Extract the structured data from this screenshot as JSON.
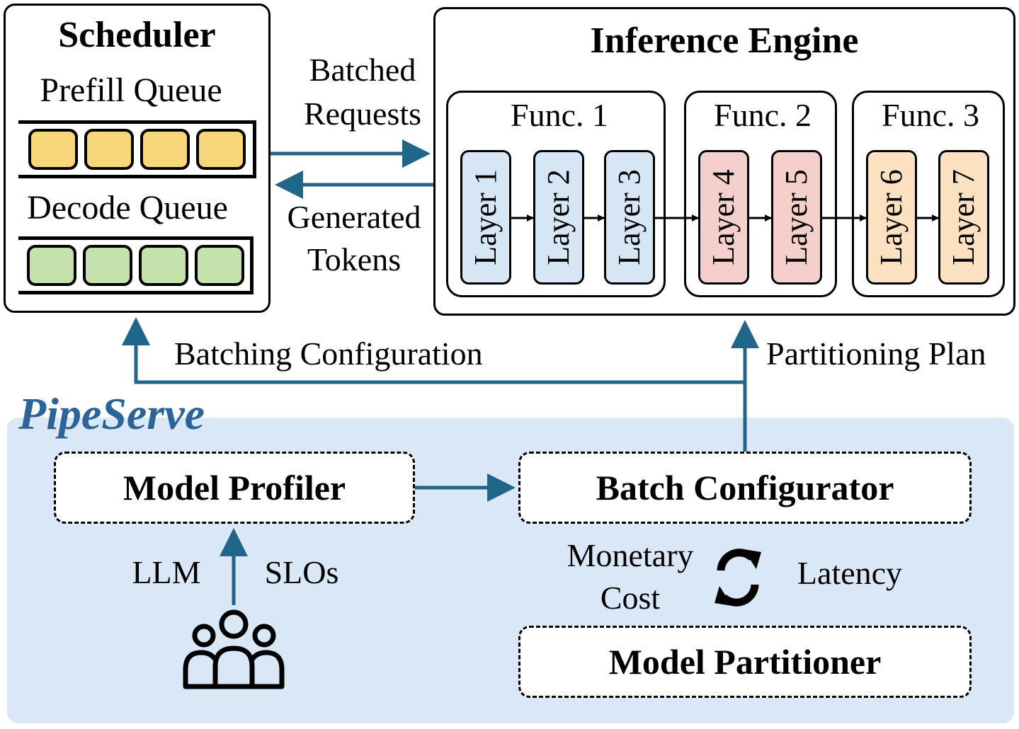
{
  "scheduler": {
    "title": "Scheduler",
    "prefill_label": "Prefill Queue",
    "decode_label": "Decode Queue"
  },
  "engine": {
    "title": "Inference Engine",
    "funcs": [
      {
        "label": "Func. 1",
        "layers": [
          "Layer 1",
          "Layer 2",
          "Layer 3"
        ]
      },
      {
        "label": "Func. 2",
        "layers": [
          "Layer 4",
          "Layer 5"
        ]
      },
      {
        "label": "Func. 3",
        "layers": [
          "Layer 6",
          "Layer 7"
        ]
      }
    ]
  },
  "edges": {
    "batched_requests": [
      "Batched",
      "Requests"
    ],
    "generated_tokens": [
      "Generated",
      "Tokens"
    ],
    "batching_configuration": "Batching Configuration",
    "partitioning_plan": "Partitioning Plan",
    "llm": "LLM",
    "slos": "SLOs",
    "monetary_cost": [
      "Monetary",
      "Cost"
    ],
    "latency": "Latency"
  },
  "pipeserve": {
    "title": "PipeServe",
    "model_profiler": "Model Profiler",
    "batch_configurator": "Batch Configurator",
    "model_partitioner": "Model Partitioner"
  },
  "colors": {
    "arrow": "#1f6689",
    "panel": "#dae7f7",
    "prefill": "#f8d67a",
    "decode": "#c5e2ad",
    "layer_blue": "#d6e6f5",
    "layer_red": "#f5cfcb",
    "layer_orange": "#fbe1c0"
  }
}
